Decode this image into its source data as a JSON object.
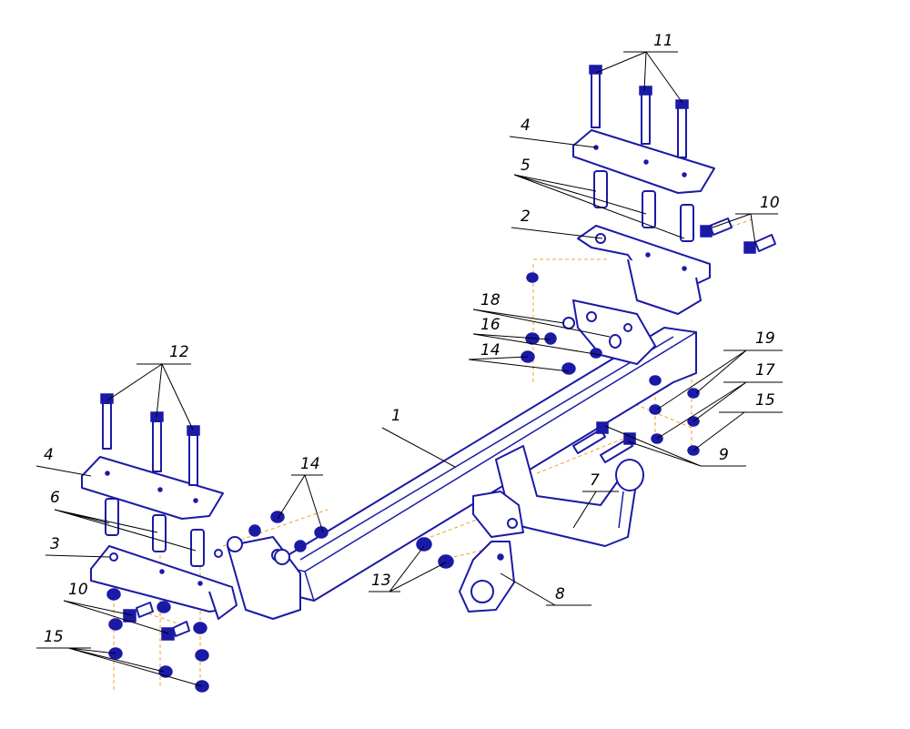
{
  "diagram": {
    "callouts": [
      "11",
      "4",
      "5",
      "2",
      "10",
      "18",
      "16",
      "14",
      "19",
      "17",
      "15",
      "9",
      "1",
      "12",
      "14",
      "7",
      "4",
      "6",
      "3",
      "13",
      "10",
      "8",
      "15"
    ]
  },
  "colors": {
    "outline": "#1a1aa6",
    "assembly_axis": "#f0a030",
    "leader": "#000000"
  }
}
